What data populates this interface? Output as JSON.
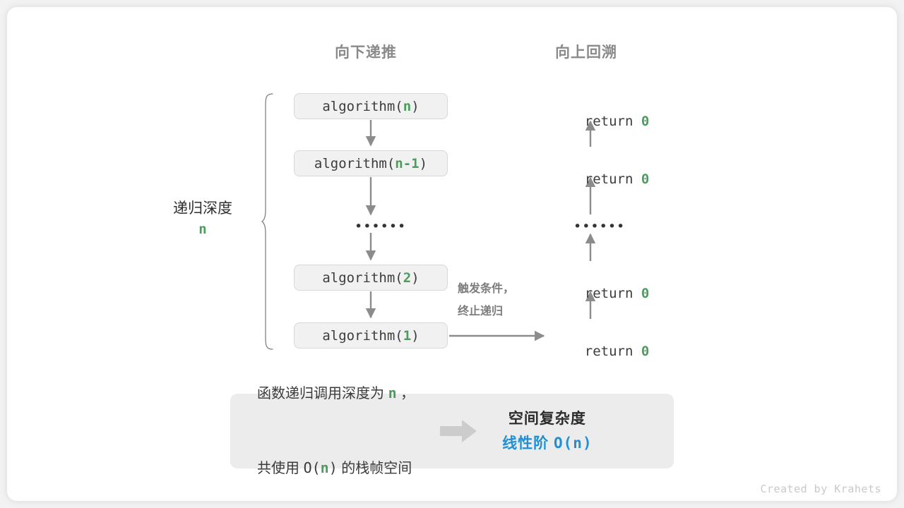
{
  "figure": {
    "headers": {
      "descend": "向下递推",
      "ascend": "向上回溯"
    },
    "depth_label": {
      "text": "递归深度",
      "value": "n"
    },
    "call_stack": [
      {
        "prefix": "algorithm(",
        "arg": "n",
        "suffix": ")"
      },
      {
        "prefix": "algorithm(",
        "arg": "n-1",
        "suffix": ")"
      },
      {
        "prefix": "algorithm(",
        "arg": "2",
        "suffix": ")"
      },
      {
        "prefix": "algorithm(",
        "arg": "1",
        "suffix": ")"
      }
    ],
    "ellipsis": "••••••",
    "returns": [
      {
        "keyword": "return ",
        "value": "0"
      },
      {
        "keyword": "return ",
        "value": "0"
      },
      {
        "keyword": "return ",
        "value": "0"
      },
      {
        "keyword": "return ",
        "value": "0"
      }
    ],
    "termination_note": {
      "line1": "触发条件，",
      "line2": "终止递归"
    },
    "summary": {
      "left_line1_a": "函数递归调用深度为 ",
      "left_line1_n": "n",
      "left_line1_b": " ，",
      "left_line2_a": "共使用 ",
      "left_line2_b": "O(",
      "left_line2_n": "n",
      "left_line2_c": ")",
      "left_line2_d": " 的栈帧空间",
      "arrow_icon": "right-block-arrow-icon",
      "right_title": "空间复杂度",
      "right_value_cn": "线性阶 ",
      "right_value_mono": "O(n)"
    },
    "footer": "Created by Krahets",
    "colors": {
      "green": "#4a9e5c",
      "blue": "#1f8fd6",
      "gray_text": "#8a8a8a",
      "box_fill": "#f1f1f1",
      "box_border": "#d8d8d8",
      "panel_fill": "#ececec",
      "arrow": "#8c8c8c"
    }
  }
}
